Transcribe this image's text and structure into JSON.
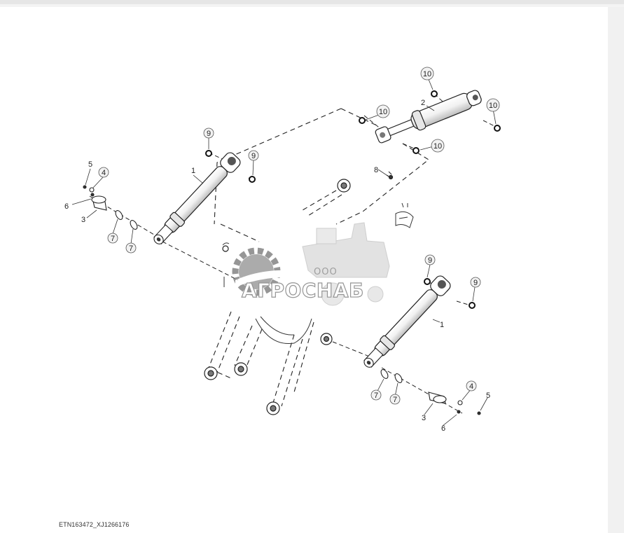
{
  "watermark": {
    "company_prefix": "ООО",
    "company_name": "АГРОСНАБ"
  },
  "figure_id": "ETN163472_XJ1266176",
  "callouts": {
    "c1_left": "1",
    "c1_right": "1",
    "c2": "2",
    "c3_left": "3",
    "c3_right": "3",
    "c4_left": "4",
    "c4_right": "4",
    "c5_left": "5",
    "c5_right": "5",
    "c6_left": "6",
    "c6_right": "6",
    "c7_a": "7",
    "c7_b": "7",
    "c7_c": "7",
    "c7_d": "7",
    "c8": "8",
    "c9_a": "9",
    "c9_b": "9",
    "c9_c": "9",
    "c9_d": "9",
    "c10_a": "10",
    "c10_b": "10",
    "c10_c": "10",
    "c10_d": "10"
  }
}
